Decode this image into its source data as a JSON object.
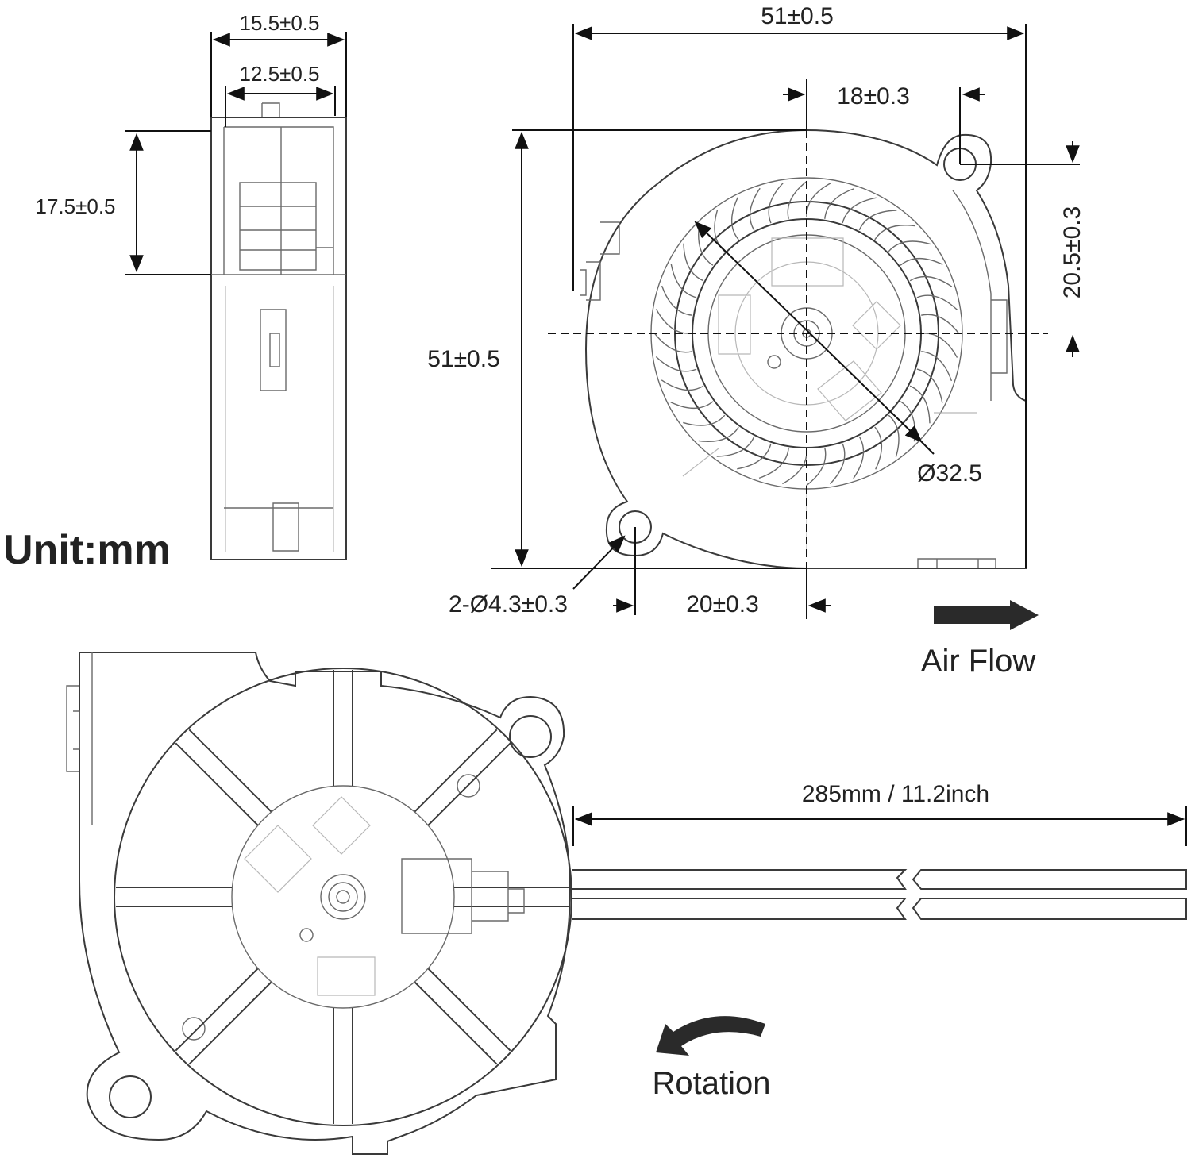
{
  "unit_label": "Unit:mm",
  "side_view": {
    "depth_outer": "15.5±0.5",
    "depth_inner": "12.5±0.5",
    "outlet_height": "17.5±0.5"
  },
  "front_view": {
    "width": "51±0.5",
    "height": "51±0.5",
    "hole_offset_x": "18±0.3",
    "hole_offset_y": "20.5±0.3",
    "impeller_diameter": "Ø32.5",
    "mount_holes": "2-Ø4.3±0.3",
    "hole_offset_bottom": "20±0.3"
  },
  "airflow_label": "Air Flow",
  "cable_length": "285mm / 11.2inch",
  "rotation_label": "Rotation"
}
